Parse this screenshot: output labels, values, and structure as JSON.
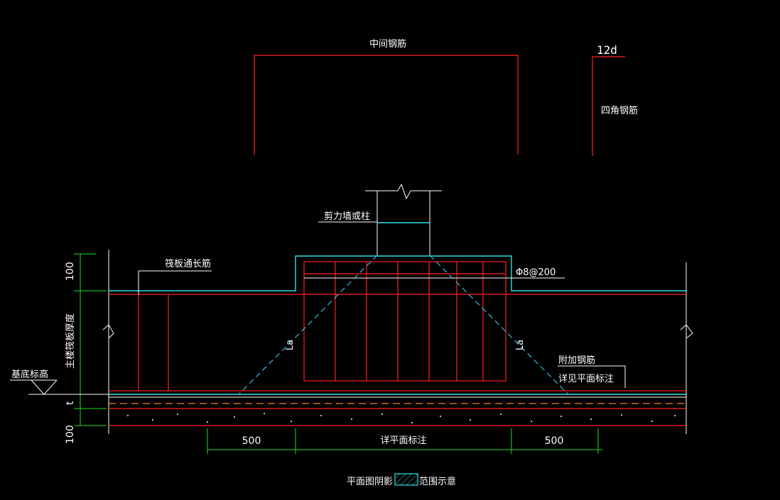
{
  "labels": {
    "middle_rebar": "中间钢筋",
    "hook_length": "12d",
    "corner_rebar": "四角钢筋",
    "wall_or_column": "剪力墙或柱",
    "raft_long_rebar": "筏板通长筋",
    "stirrup_spec": "Φ8@200",
    "raft_thickness": "主楼筏板厚度",
    "foundation_elevation": "基底标高",
    "anchor_left": "La",
    "anchor_right": "La",
    "added_rebar": "附加钢筋",
    "see_plan_note": "详见平面标注",
    "dim_left_500": "500",
    "dim_center": "详平面标注",
    "dim_right_500": "500",
    "dim_top_100": "100",
    "dim_bottom_100": "100",
    "dim_small_t": "t"
  },
  "legend": {
    "plan_shadow": "平面图阴影",
    "hatch_note": "范围示意"
  },
  "colors": {
    "rebar": "#ff2020",
    "concrete_outline": "#30e0e0",
    "dimension": "#20e020",
    "text": "#ffffff",
    "background": "#000000"
  }
}
